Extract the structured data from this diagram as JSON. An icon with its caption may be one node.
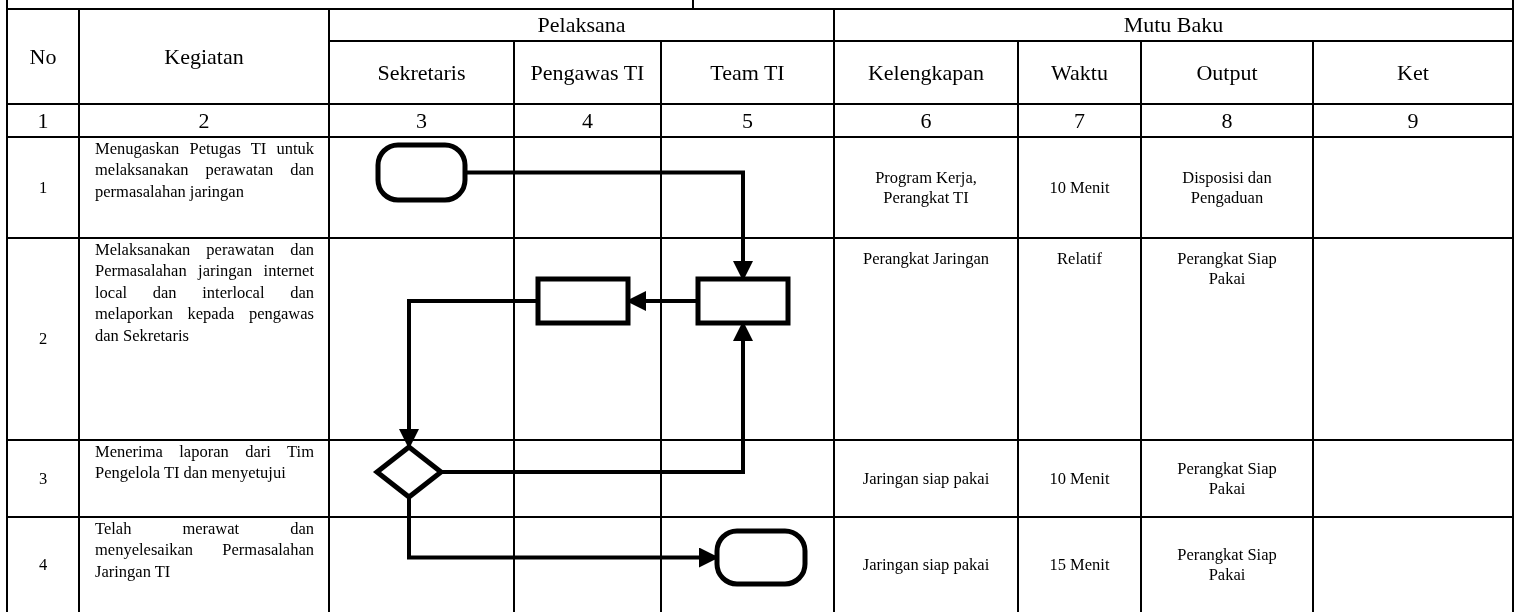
{
  "diagram": {
    "nodes": [
      {
        "text": [],
        "shape": "terminator"
      },
      {
        "text": [],
        "shape": "box"
      },
      {
        "text": [],
        "shape": "box"
      },
      {
        "text": [],
        "shape": "diamond"
      },
      {
        "text": [],
        "shape": "terminator"
      }
    ],
    "edges": [
      {
        "from": 0,
        "to": 2,
        "arrow": "to"
      },
      {
        "from": 2,
        "to": 1,
        "arrow": "to"
      },
      {
        "from": 1,
        "to": 3,
        "arrow": "to"
      },
      {
        "from": 3,
        "to": 2,
        "arrow": "to"
      },
      {
        "from": 3,
        "to": 4,
        "arrow": "to"
      }
    ],
    "labels": [
      "No",
      "Kegiatan",
      "Pelaksana",
      "Mutu Baku",
      "Sekretaris",
      "Pengawas TI",
      "Team TI",
      "Kelengkapan",
      "Waktu",
      "Output",
      "Ket",
      "1",
      "2",
      "3",
      "4",
      "5",
      "6",
      "7",
      "8",
      "9",
      "1",
      "Menugaskan Petugas TI untuk melaksanakan perawatan dan permasalahan jaringan",
      "Program Kerja, Perangkat TI",
      "10 Menit",
      "Disposisi dan Pengaduan",
      "2",
      "Melaksanakan perawatan dan Permasalahan jaringan internet local dan interlocal dan melaporkan kepada pengawas dan Sekretaris",
      "Perangkat Jaringan",
      "Relatif",
      "Perangkat Siap Pakai",
      "3",
      "Menerima laporan dari Tim Pengelola TI dan menyetujui",
      "Jaringan siap pakai",
      "10 Menit",
      "Perangkat Siap Pakai",
      "4",
      "Telah merawat dan menyelesaikan Permasalahan Jaringan TI",
      "Jaringan siap pakai",
      "15 Menit",
      "Perangkat Siap Pakai"
    ]
  }
}
